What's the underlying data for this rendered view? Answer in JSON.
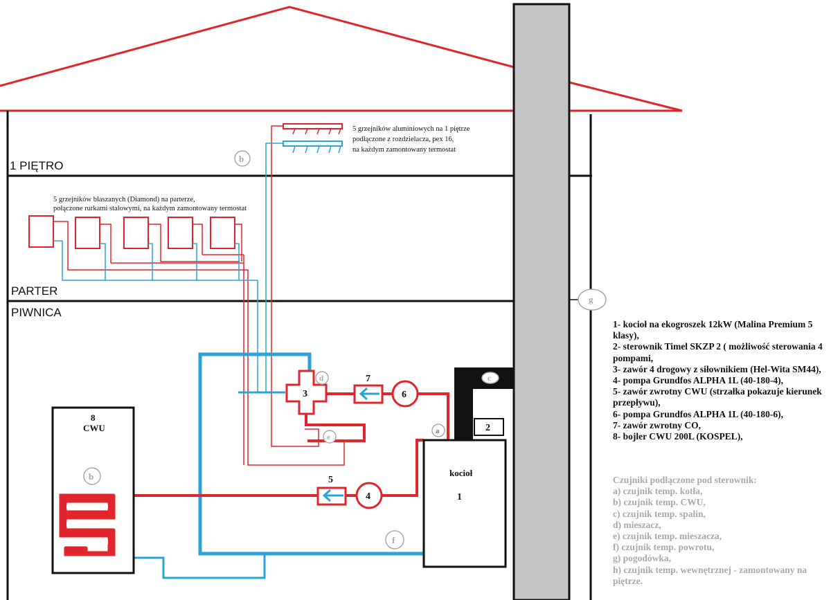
{
  "colors": {
    "hot": "#e0262b",
    "cold": "#2aa3d6",
    "roof": "#e0262b",
    "chimney_fill": "#c4c4c4",
    "outline": "#111111",
    "sensor": "#a8a8a8"
  },
  "floors": {
    "first": "1 PIĘTRO",
    "ground": "PARTER",
    "basement": "PIWNICA"
  },
  "notes": {
    "upper_radiators": [
      "5 grzejników aluminiowych na 1 piętrze",
      "podłączone z rozdzielacza, pex 16,",
      "na każdym zamontowany termostat"
    ],
    "ground_radiators": [
      "5 grzejników blaszanych (Diamond) na parterze,",
      "połączone rurkami stalowymi, na każdym zamontowany termostat"
    ]
  },
  "components": {
    "valve": "3",
    "check_co": "7",
    "pump_co": "6",
    "check_cwu": "5",
    "pump_cwu": "4",
    "controller": "2",
    "boiler_label": "kocioł",
    "boiler_number": "1",
    "tank_number": "8",
    "tank_label": "CWU"
  },
  "sensors": {
    "b_top": "b",
    "b_tank": "b",
    "a": "a",
    "c": "c",
    "d": "d",
    "e": "e",
    "f": "f",
    "g": "g"
  },
  "legend": [
    "1- kocioł na ekogroszek 12kW (Malina Premium 5 klasy),",
    "2- sterownik Timel SKZP 2 ( możliwość sterowania 4 pompami,",
    "3- zawór 4 drogowy z siłownikiem (Hel-Wita SM44),",
    "4- pompa Grundfos ALPHA 1L (40-180-4),",
    "5- zawór zwrotny CWU (strzałka pokazuje kierunek przepływu),",
    "6- pompa Grundfos ALPHA 1L (40-180-6),",
    "7- zawór zwrotny CO,",
    "8- bojler CWU 200L (KOSPEL),"
  ],
  "sensor_legend": {
    "title": "Czujniki podłączone pod sterownik:",
    "items": [
      "a) czujnik temp. kotła,",
      "b) czujnik temp. CWU,",
      "c) czujnik temp. spalin,",
      "d) mieszacz,",
      "e) czujnik temp. mieszacza,",
      "f) czujnik temp. powrotu,",
      "g) pogodówka,",
      "h) czujnik temp. wewnętrznej - zamontowany na piętrze."
    ]
  }
}
